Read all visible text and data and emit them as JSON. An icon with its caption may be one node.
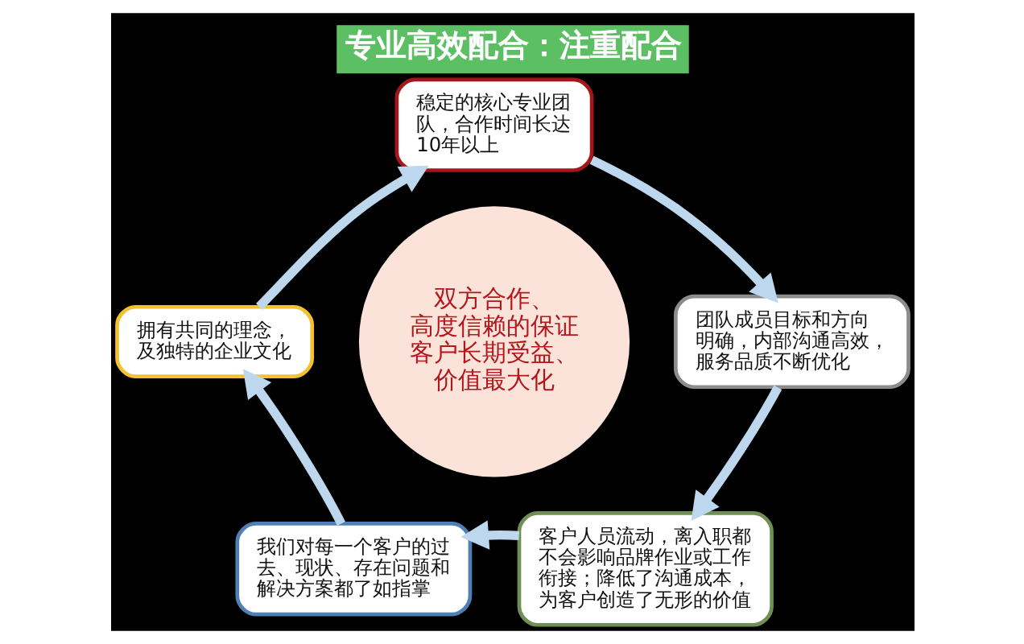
{
  "diagram": {
    "title": "专业高效配合：注重配合",
    "nodes": [
      {
        "text": [
          "稳定的核心专业团队，合作时间长达10年以上"
        ]
      },
      {
        "text": [
          "拥有共同的理念，及独特的企业文化"
        ]
      },
      {
        "text": [
          "双方合作、高度信赖的保证",
          "客户长期受益、价值最大化"
        ]
      },
      {
        "text": [
          "团队成员目标和方向明确，内部沟通高效，服务品质不断优化"
        ]
      },
      {
        "text": [
          "我们对每一个客户的过去、现状、存在问题和解决方案都了如指掌"
        ]
      },
      {
        "text": [
          "客户人员流动，离入职都不会影响品牌作业或工作衔接；降低了沟通成本，为客户创造了无形的价值"
        ]
      }
    ],
    "edges": [
      {
        "from": 0,
        "to": 3,
        "arrow": "to"
      },
      {
        "from": 3,
        "to": 5,
        "arrow": "to"
      },
      {
        "from": 5,
        "to": 4,
        "arrow": "to"
      },
      {
        "from": 4,
        "to": 1,
        "arrow": "to"
      },
      {
        "from": 1,
        "to": 0,
        "arrow": "to"
      }
    ]
  }
}
